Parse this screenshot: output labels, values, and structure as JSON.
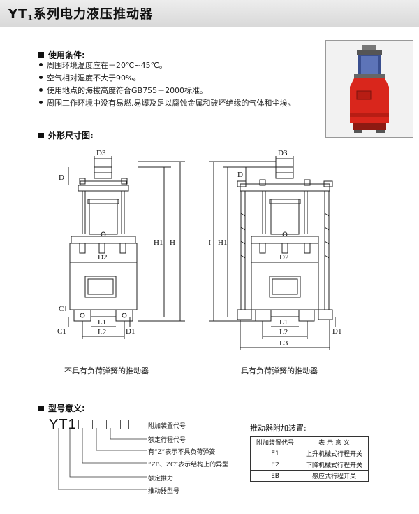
{
  "header": {
    "title_prefix": "YT",
    "title_sub": "1",
    "title_rest": "系列电力液压推动器"
  },
  "conditions": {
    "heading": "使用条件:",
    "items": [
      "周围环境温度应在－20℃~45℃。",
      "空气相对湿度不大于90%。",
      "使用地点的海拔高度符合GB755－2000标准。",
      "周围工作环境中没有易燃.易爆及足以腐蚀金属和破坏绝缘的气体和尘埃。"
    ]
  },
  "dimensions": {
    "heading": "外形尺寸图:",
    "left": {
      "labels": {
        "d3": "D3",
        "d": "D",
        "h1": "H1",
        "h": "H",
        "d2": "D2",
        "c": "C",
        "c1": "C1",
        "l1": "L1",
        "l2": "L2",
        "d1": "D1"
      },
      "caption": "不具有负荷弹簧的推动器"
    },
    "right": {
      "labels": {
        "d3": "D3",
        "d": "D",
        "h": "H",
        "h1": "H1",
        "d2": "D2",
        "l1": "L1",
        "l2": "L2",
        "l3": "L3",
        "d1": "D1"
      },
      "caption": "具有负荷弹簧的推动器"
    }
  },
  "model": {
    "heading": "型号意义:",
    "code": "YT1",
    "legend": [
      "附加装置代号",
      "额定行程代号",
      "有“Z”表示不具负荷弹簧",
      "“ZB、ZC”表示结构上的异型",
      "额定推力",
      "推动器型号"
    ]
  },
  "accessory": {
    "title": "推动器附加装置:",
    "headers": [
      "附加装置代号",
      "表 示 意 义"
    ],
    "rows": [
      [
        "E1",
        "上升机械式行程开关"
      ],
      [
        "E2",
        "下降机械式行程开关"
      ],
      [
        "EB",
        "感应式行程开关"
      ]
    ]
  },
  "colors": {
    "header_bg": "#e3e3e3",
    "product_red": "#d9261c",
    "product_blue": "#3a4f8f"
  }
}
